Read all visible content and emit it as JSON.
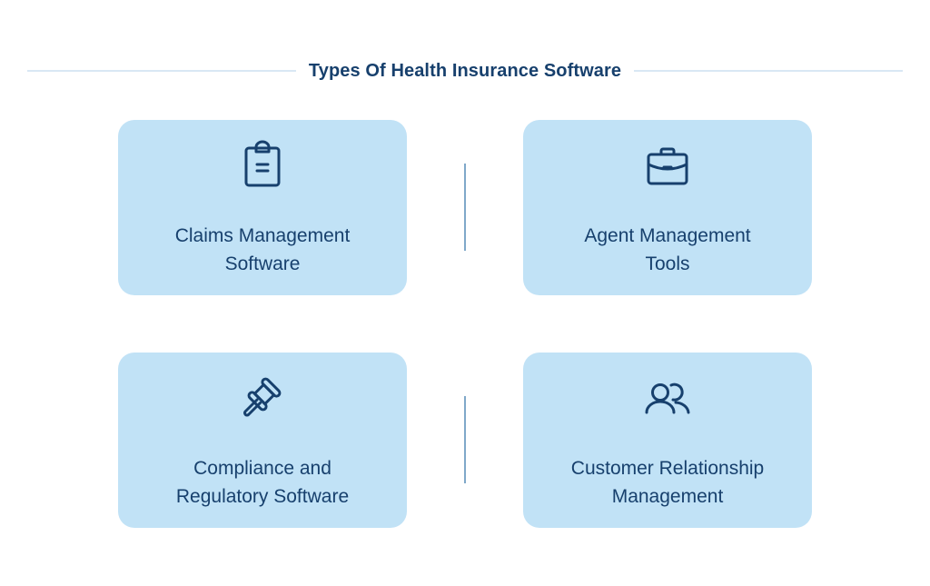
{
  "title": "Types Of Health Insurance Software",
  "colors": {
    "background": "#ffffff",
    "card_fill": "#c1e2f6",
    "text": "#17406d",
    "icon_stroke": "#17406d",
    "title_rule": "#d9e8f4",
    "divider": "#7fa8c9"
  },
  "cards": [
    {
      "icon": "clipboard-icon",
      "line1": "Claims Management",
      "line2": "Software"
    },
    {
      "icon": "briefcase-icon",
      "line1": "Agent Management",
      "line2": "Tools"
    },
    {
      "icon": "gavel-icon",
      "line1": "Compliance and",
      "line2": "Regulatory Software"
    },
    {
      "icon": "users-icon",
      "line1": "Customer Relationship",
      "line2": "Management"
    }
  ]
}
